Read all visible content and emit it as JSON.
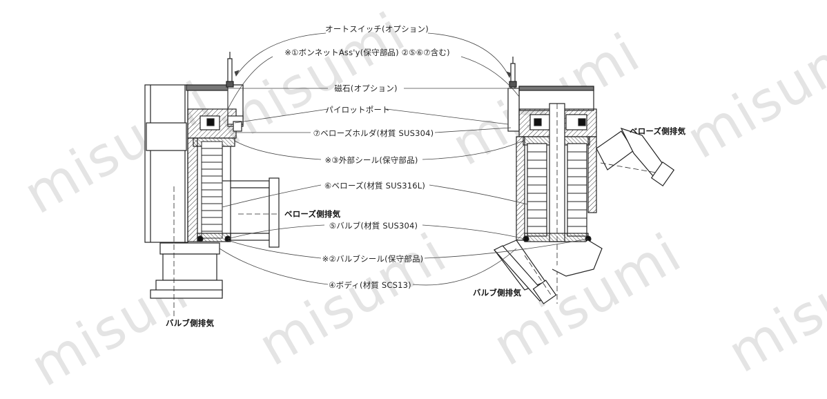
{
  "watermark": "misumi",
  "callouts": {
    "auto_switch": "オートスイッチ(オプション)",
    "bonnet_assy": "※①ボンネットAss'y(保守部品) ②⑤⑥⑦含む)",
    "magnet": "磁石(オプション)",
    "pilot_port": "パイロットポート",
    "bellows_holder": "⑦ベローズホルダ(材質 SUS304)",
    "external_seal": "※③外部シール(保守部品)",
    "bellows": "⑥ベローズ(材質 SUS316L)",
    "valve": "⑤バルブ(材質 SUS304)",
    "valve_seal": "※②バルブシール(保守部品)",
    "body": "④ボディ(材質 SCS13)"
  },
  "exhaust": {
    "bellows_side_left": "ベローズ側排気",
    "bellows_side_right": "ベローズ側排気",
    "valve_side_left": "バルブ側排気",
    "valve_side_right": "バルブ側排気"
  }
}
